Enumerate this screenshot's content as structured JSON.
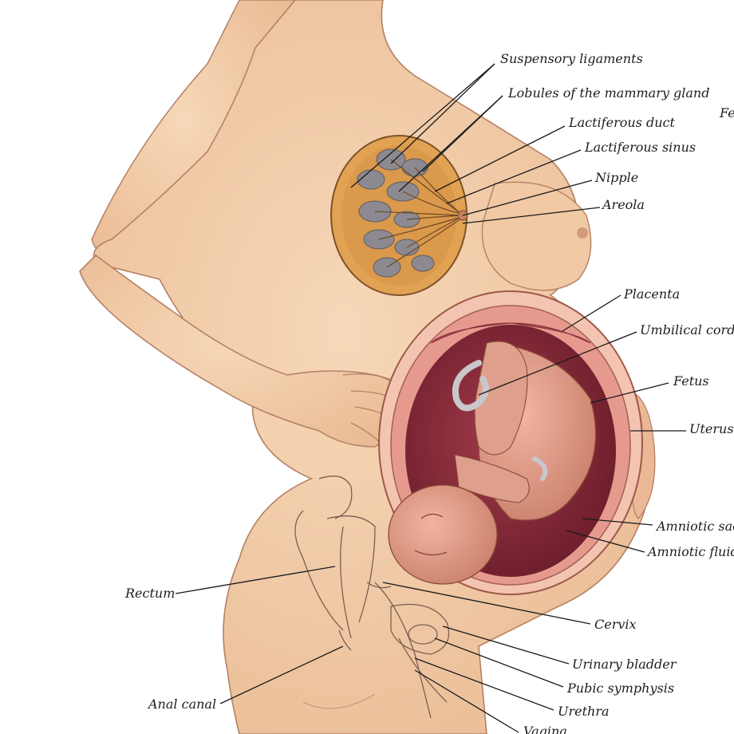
{
  "labels": {
    "suspensory_ligaments": "Suspensory ligaments",
    "lobules": "Lobules of the mammary gland",
    "lactiferous_duct": "Lactiferous duct",
    "lactiferous_sinus": "Lactiferous sinus",
    "nipple": "Nipple",
    "areola": "Areola",
    "placenta": "Placenta",
    "umbilical_cord": "Umbilical cord",
    "fetus": "Fetus",
    "uterus": "Uterus",
    "amniotic_sac": "Amniotic sac",
    "amniotic_fluid": "Amniotic fluid",
    "rectum": "Rectum",
    "cervix": "Cervix",
    "urinary_bladder": "Urinary bladder",
    "pubic_symphysis": "Pubic symphysis",
    "urethra": "Urethra",
    "anal_canal": "Anal canal",
    "vagina": "Vagina",
    "cropped_edge": "Fe"
  },
  "colors": {
    "skin": "#f3cda8",
    "skin_shadow": "#dca887",
    "outline": "#8a5a40",
    "breast_tissue": "#e2a253",
    "lobule": "#8c8a90",
    "uterus_wall": "#e69a8e",
    "amniotic_cavity": "#7c2433",
    "fetus": "#d99480",
    "cord": "#c9c6cc",
    "leader": "#1a1a1a"
  }
}
